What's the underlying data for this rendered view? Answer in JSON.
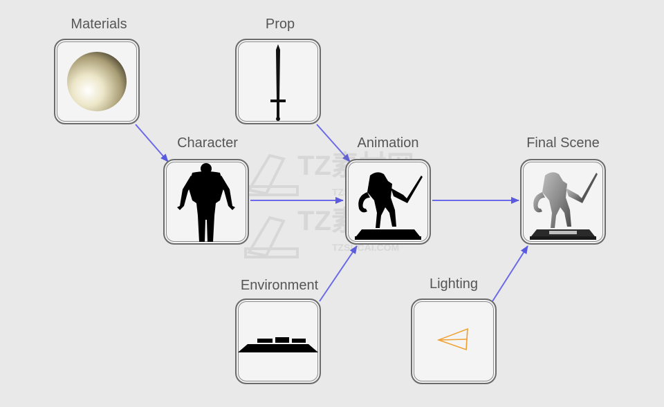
{
  "nodes": {
    "materials": {
      "label": "Materials"
    },
    "prop": {
      "label": "Prop"
    },
    "character": {
      "label": "Character"
    },
    "animation": {
      "label": "Animation"
    },
    "final_scene": {
      "label": "Final Scene"
    },
    "environment": {
      "label": "Environment"
    },
    "lighting": {
      "label": "Lighting"
    }
  },
  "edges": [
    {
      "from": "Materials",
      "to": "Character"
    },
    {
      "from": "Prop",
      "to": "Animation"
    },
    {
      "from": "Character",
      "to": "Animation"
    },
    {
      "from": "Environment",
      "to": "Animation"
    },
    {
      "from": "Animation",
      "to": "Final Scene"
    },
    {
      "from": "Lighting",
      "to": "Final Scene"
    }
  ],
  "watermark": {
    "main": "TZ素材网",
    "sub": "TZSUCAI.COM"
  },
  "colors": {
    "edge": "#6a6ae8",
    "background": "#e9e9e9",
    "node_border": "#6b6b6b",
    "light_icon": "#f0a030"
  }
}
